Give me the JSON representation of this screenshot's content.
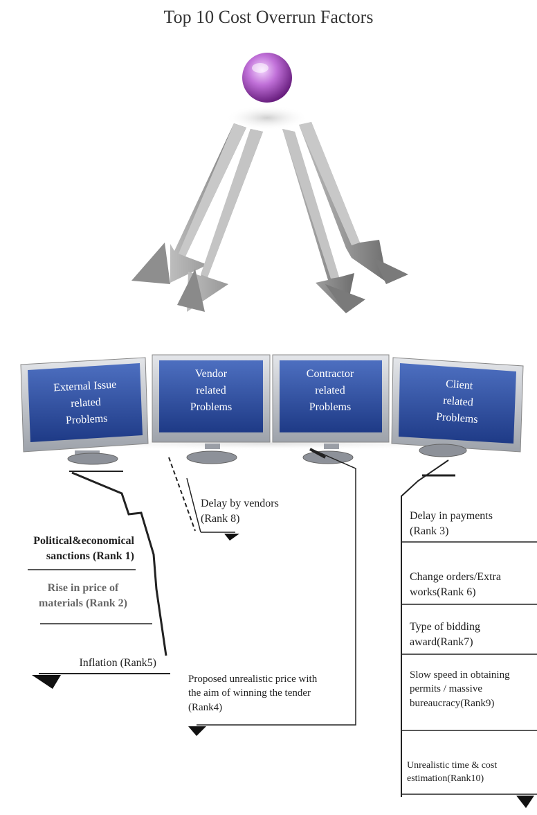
{
  "title": "Top 10 Cost Overrun Factors",
  "categories": [
    {
      "label": "External Issue\nrelated\nProblems",
      "factors": [
        {
          "text": "Political&economical\nsanctions (Rank 1)"
        },
        {
          "text": "Rise in price of\nmaterials (Rank 2)"
        },
        {
          "text": "Inflation (Rank5)"
        }
      ]
    },
    {
      "label": "Vendor\nrelated\nProblems",
      "factors": [
        {
          "text": "Delay by vendors\n(Rank 8)"
        }
      ]
    },
    {
      "label": "Contractor\nrelated\nProblems",
      "factors": [
        {
          "text": "Proposed unrealistic price with\nthe aim of winning the tender\n(Rank4)"
        }
      ]
    },
    {
      "label": "Client\nrelated\nProblems",
      "factors": [
        {
          "text": "Delay in payments\n(Rank 3)"
        },
        {
          "text": "Change orders/Extra\nworks(Rank 6)"
        },
        {
          "text": "Type of bidding\naward(Rank7)"
        },
        {
          "text": "Slow speed in obtaining\npermits / massive\nbureaucracy(Rank9)"
        },
        {
          "text": "Unrealistic time & cost\nestimation(Rank10)"
        }
      ]
    }
  ],
  "colors": {
    "screen": "#2a4a9a",
    "bezel": "#b8bcc4",
    "arrow": "#9a9a9a",
    "sphere": "#b060c8"
  }
}
